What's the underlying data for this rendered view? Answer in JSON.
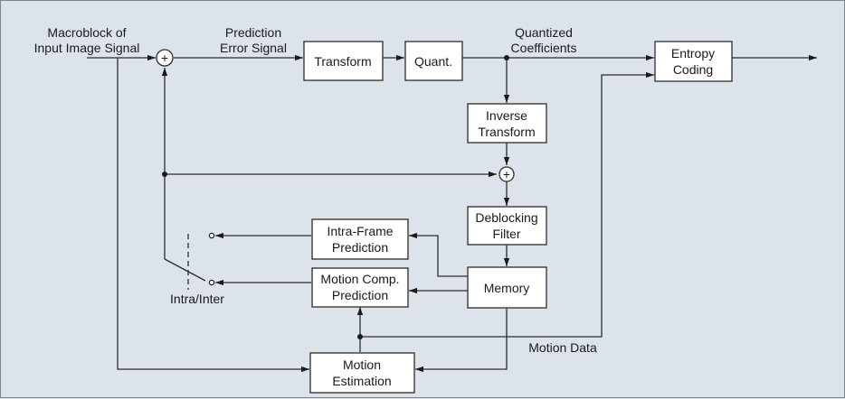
{
  "labels": {
    "input_line1": "Macroblock of",
    "input_line2": "Input Image Signal",
    "pred_err_line1": "Prediction",
    "pred_err_line2": "Error Signal",
    "quant_coef_line1": "Quantized",
    "quant_coef_line2": "Coefficients",
    "intra_inter": "Intra/Inter",
    "motion_data": "Motion Data"
  },
  "blocks": {
    "transform": "Transform",
    "quant": "Quant.",
    "entropy_line1": "Entropy",
    "entropy_line2": "Coding",
    "inv_transform_line1": "Inverse",
    "inv_transform_line2": "Transform",
    "deblock_line1": "Deblocking",
    "deblock_line2": "Filter",
    "intra_pred_line1": "Intra-Frame",
    "intra_pred_line2": "Prediction",
    "motion_comp_line1": "Motion Comp.",
    "motion_comp_line2": "Prediction",
    "memory": "Memory",
    "motion_est_line1": "Motion",
    "motion_est_line2": "Estimation"
  },
  "summers": {
    "plus": "+"
  },
  "colors": {
    "background": "#dde3ea",
    "block_fill": "#ffffff",
    "line": "#2c2c2c"
  }
}
